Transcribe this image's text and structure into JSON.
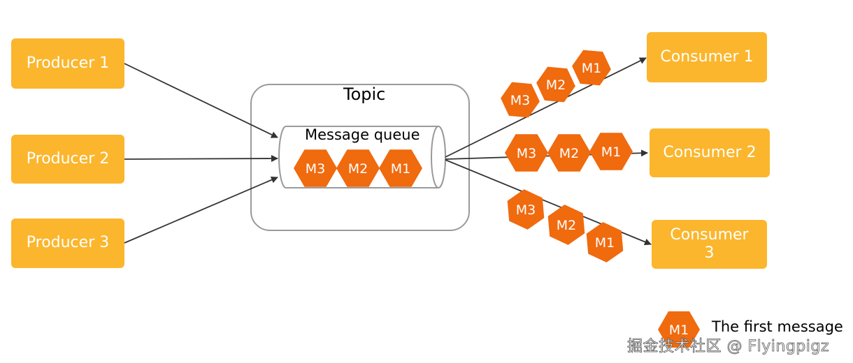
{
  "producers": [
    "Producer 1",
    "Producer 2",
    "Producer 3"
  ],
  "consumers": [
    "Consumer 1",
    "Consumer 2",
    "Consumer 3"
  ],
  "topic_label": "Topic",
  "queue_label": "Message queue",
  "messages": [
    "M3",
    "M2",
    "M1"
  ],
  "legend": {
    "message": "M1",
    "text": "The first message"
  },
  "watermark": "掘金技术社区 @ Flyingpigz",
  "colors": {
    "box": "#fbb62d",
    "message": "#f06a0e",
    "arrow": "#333333",
    "border": "#9a9a9a"
  }
}
